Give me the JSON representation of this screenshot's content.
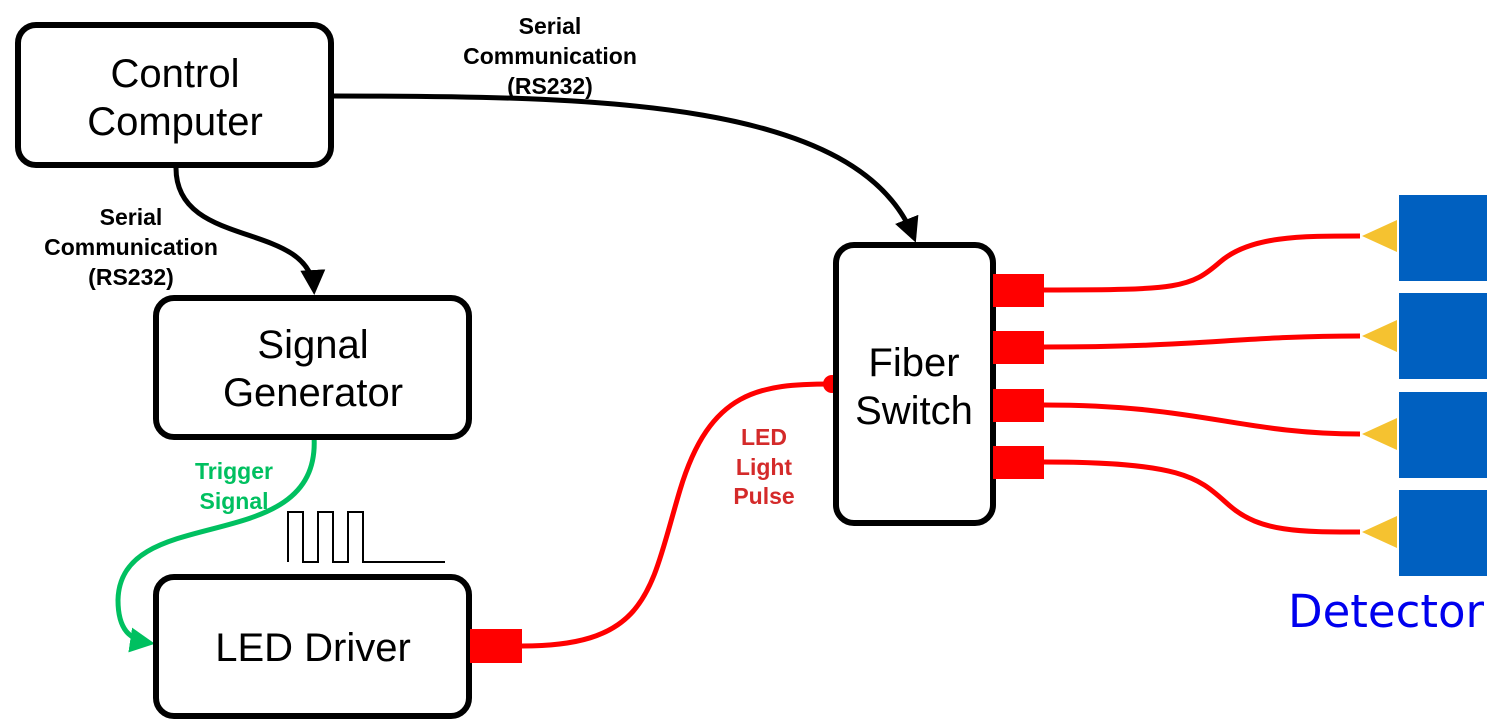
{
  "boxes": {
    "control_computer": [
      "Control",
      "Computer"
    ],
    "signal_generator": [
      "Signal",
      "Generator"
    ],
    "led_driver": [
      "LED Driver"
    ],
    "fiber_switch": [
      "Fiber",
      "Switch"
    ]
  },
  "labels": {
    "serial_top": [
      "Serial",
      "Communication",
      "(RS232)"
    ],
    "serial_left": [
      "Serial",
      "Communication",
      "(RS232)"
    ],
    "trigger": [
      "Trigger",
      "Signal"
    ],
    "led_pulse": [
      "LED",
      "Light",
      "Pulse"
    ],
    "detector": "Detector"
  },
  "colors": {
    "stroke": "#000000",
    "fiber": "#ff0000",
    "trigger": "#00c060",
    "pulse_label": "#d42a2a",
    "detector": "#0060c0",
    "detector_text": "#0000ee",
    "cone": "#f5c230"
  }
}
